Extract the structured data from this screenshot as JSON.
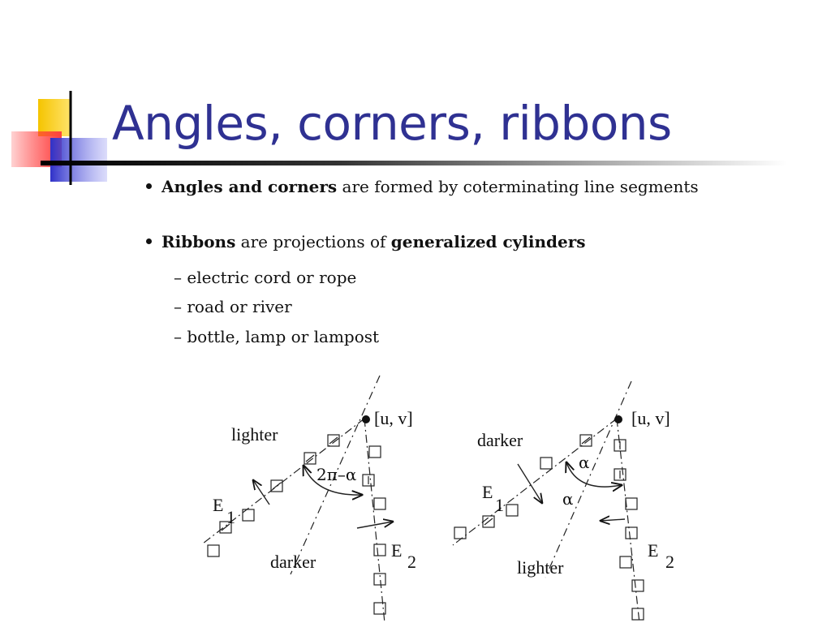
{
  "slide": {
    "title": "Angles, corners, ribbons",
    "accent_colors": {
      "title": "#2f3192",
      "logo_yellow": "#f5c400",
      "logo_blue": "#2f31c8",
      "logo_red": "#ff3b3b"
    }
  },
  "bullets": [
    {
      "bold": "Angles and corners",
      "rest": " are formed by coterminating line segments"
    },
    {
      "bold": "Ribbons",
      "mid": " are projections of ",
      "bold2": "generalized cylinders"
    }
  ],
  "sub_bullets": [
    "– electric cord or rope",
    "– road or river",
    "– bottle, lamp or lampost"
  ],
  "figure_left": {
    "vertex": "[u, v]",
    "region_top": "lighter",
    "region_bottom": "darker",
    "edge1": "E",
    "edge1_sub": "1",
    "edge2": "E",
    "edge2_sub": "2",
    "angle": "2π–α"
  },
  "figure_right": {
    "vertex": "[u, v]",
    "region_top": "darker",
    "region_bottom": "lighter",
    "edge1": "E",
    "edge1_sub": "1",
    "edge2": "E",
    "edge2_sub": "2",
    "angle_top": "α",
    "angle_mid": "α"
  }
}
